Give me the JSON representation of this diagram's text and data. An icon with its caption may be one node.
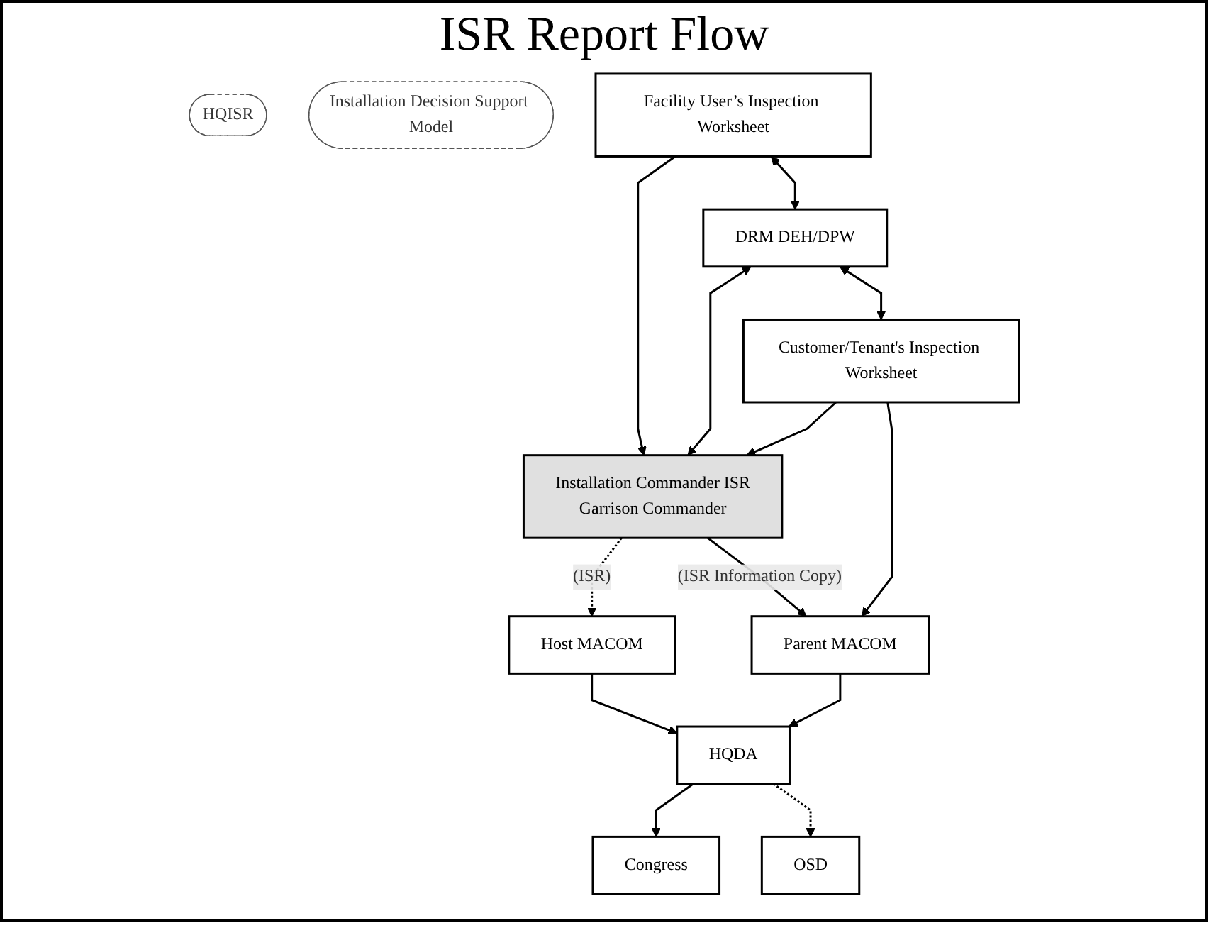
{
  "diagram": {
    "title": "ISR Report Flow",
    "nodes": [
      {
        "text": [
          "Congress"
        ]
      },
      {
        "text": [
          "OSD"
        ]
      },
      {
        "text": [
          "HQDA"
        ]
      },
      {
        "text": [
          "HQISR"
        ]
      },
      {
        "text": [
          "Host MACOM"
        ]
      },
      {
        "text": [
          "Parent MACOM"
        ]
      },
      {
        "text": [
          "Installation Decision Support Model"
        ]
      },
      {
        "text": [
          "Installation Commander ISR",
          "Garrison Commander"
        ]
      },
      {
        "text": [
          "Facility User’s Inspection Worksheet"
        ]
      },
      {
        "text": [
          "DRM DEH/DPW"
        ]
      },
      {
        "text": [
          "Customer/Tenant's Inspection Worksheet"
        ]
      }
    ],
    "edges": [
      {
        "from": 2,
        "to": 0,
        "arrow": "to"
      },
      {
        "from": 2,
        "to": 1,
        "arrow": "to",
        "style": "dashed"
      },
      {
        "from": 4,
        "to": 2,
        "arrow": "to"
      },
      {
        "from": 5,
        "to": 2,
        "arrow": "to"
      },
      {
        "from": 7,
        "to": 4,
        "arrow": "to",
        "label": "(ISR)",
        "style": "dashed"
      },
      {
        "from": 7,
        "to": 5,
        "arrow": "to",
        "label": "(ISR Information Copy)"
      },
      {
        "from": 8,
        "to": 7,
        "arrow": "to"
      },
      {
        "from": 9,
        "to": 7,
        "arrow": "both"
      },
      {
        "from": 10,
        "to": 7,
        "arrow": "to"
      },
      {
        "from": 10,
        "to": 5,
        "arrow": "to"
      },
      {
        "from": 8,
        "to": 9,
        "arrow": "both"
      },
      {
        "from": 9,
        "to": 10,
        "arrow": "both"
      }
    ]
  }
}
